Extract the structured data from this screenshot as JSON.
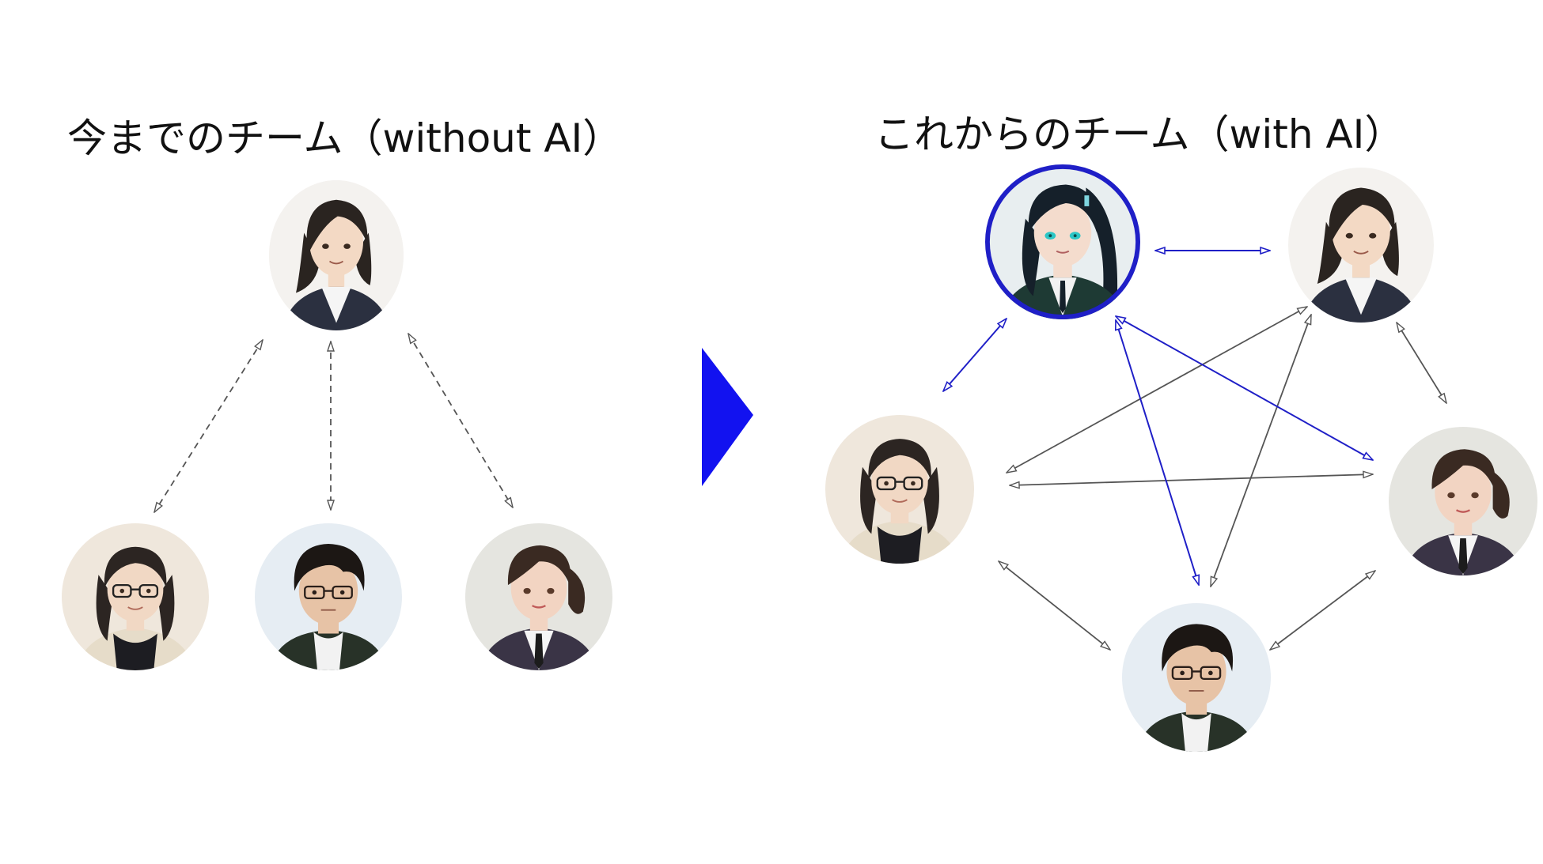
{
  "titles": {
    "left": "今までのチーム（without AI）",
    "right": "これからのチーム（with AI）"
  },
  "colors": {
    "ai_accent": "#1f1fc7",
    "transition_arrow": "#1212f0",
    "human_link": "#555555",
    "skin": "#f3d9c4",
    "dark_hair": "#2a2420",
    "suit": "#2b3040",
    "ai_hair": "#15202a",
    "ai_eye": "#2bc6c6"
  },
  "diagram": {
    "left_team": {
      "nodes": [
        {
          "id": "leader",
          "icon": "leader-portrait-icon"
        },
        {
          "id": "woman-glasses",
          "icon": "woman-glasses-portrait-icon"
        },
        {
          "id": "man-glasses",
          "icon": "man-glasses-portrait-icon"
        },
        {
          "id": "woman-tie",
          "icon": "woman-tie-portrait-icon"
        }
      ],
      "links": [
        {
          "from": "leader",
          "to": "woman-glasses",
          "style": "dashed"
        },
        {
          "from": "leader",
          "to": "man-glasses",
          "style": "dashed"
        },
        {
          "from": "leader",
          "to": "woman-tie",
          "style": "dashed"
        }
      ]
    },
    "right_team": {
      "nodes": [
        {
          "id": "ai",
          "icon": "ai-girl-portrait-icon"
        },
        {
          "id": "leader",
          "icon": "leader-portrait-icon"
        },
        {
          "id": "woman-glasses",
          "icon": "woman-glasses-portrait-icon"
        },
        {
          "id": "woman-tie",
          "icon": "woman-tie-portrait-icon"
        },
        {
          "id": "man-glasses",
          "icon": "man-glasses-portrait-icon"
        }
      ],
      "links": [
        {
          "from": "ai",
          "to": "leader",
          "kind": "ai"
        },
        {
          "from": "ai",
          "to": "woman-glasses",
          "kind": "ai"
        },
        {
          "from": "ai",
          "to": "woman-tie",
          "kind": "ai"
        },
        {
          "from": "ai",
          "to": "man-glasses",
          "kind": "ai"
        },
        {
          "from": "leader",
          "to": "woman-glasses",
          "kind": "human"
        },
        {
          "from": "leader",
          "to": "woman-tie",
          "kind": "human"
        },
        {
          "from": "leader",
          "to": "man-glasses",
          "kind": "human"
        },
        {
          "from": "woman-glasses",
          "to": "woman-tie",
          "kind": "human"
        },
        {
          "from": "woman-glasses",
          "to": "man-glasses",
          "kind": "human"
        },
        {
          "from": "woman-tie",
          "to": "man-glasses",
          "kind": "human"
        }
      ]
    }
  }
}
